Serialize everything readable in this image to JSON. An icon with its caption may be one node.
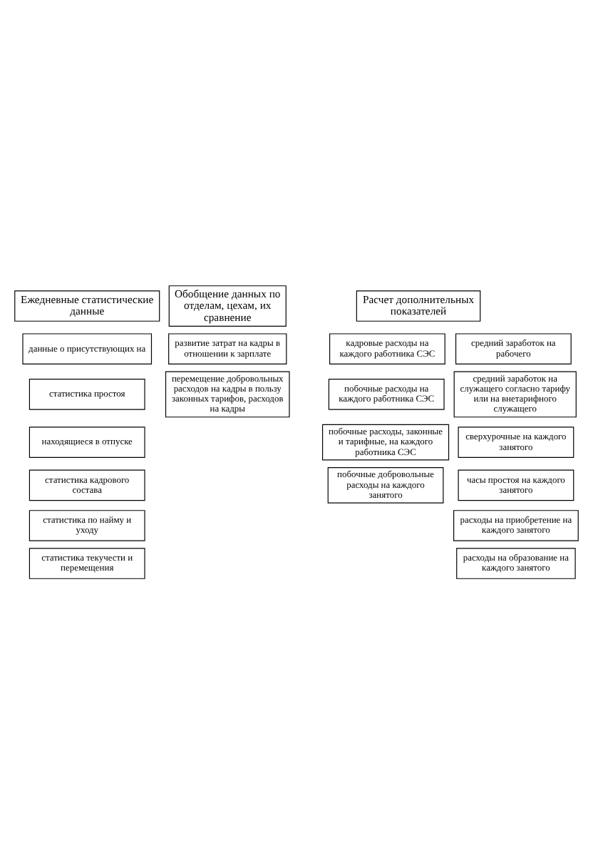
{
  "diagram": {
    "nodes": [
      {
        "text": [
          "Ежедневные статистические данные"
        ]
      },
      {
        "text": [
          "данные о присутствующих на"
        ]
      },
      {
        "text": [
          "статистика простоя"
        ]
      },
      {
        "text": [
          "находящиеся в отпуске"
        ]
      },
      {
        "text": [
          "статистика кадрового состава"
        ]
      },
      {
        "text": [
          "статистика по найму и уходу"
        ]
      },
      {
        "text": [
          "статистика текучести и перемещения"
        ]
      },
      {
        "text": [
          "Обобщение данных по отделам, цехам, их сравнение"
        ]
      },
      {
        "text": [
          "развитие затрат на кадры в отношении к зарплате"
        ]
      },
      {
        "text": [
          "перемещение добровольных расходов на кадры в пользу законных тарифов, расходов на кадры"
        ]
      },
      {
        "text": [
          "Расчет дополнительных показателей"
        ]
      },
      {
        "text": [
          "кадровые расходы на каждого работника СЭС"
        ]
      },
      {
        "text": [
          "побочные расходы на каждого работника СЭС"
        ]
      },
      {
        "text": [
          "побочные расходы, законные и тарифные, на каждого работника СЭС"
        ]
      },
      {
        "text": [
          "побочные добровольные расходы на каждого занятого"
        ]
      },
      {
        "text": [
          "средний заработок на рабочего"
        ]
      },
      {
        "text": [
          "средний заработок на служащего согласно тарифу или на внетарифного служащего"
        ]
      },
      {
        "text": [
          "сверхурочные на каждого занятого"
        ]
      },
      {
        "text": [
          "часы простоя на каждого занятого"
        ]
      },
      {
        "text": [
          "расходы на приобретение на каждого занятого"
        ]
      },
      {
        "text": [
          "расходы на образование на каждого занятого"
        ]
      }
    ],
    "edges": []
  }
}
